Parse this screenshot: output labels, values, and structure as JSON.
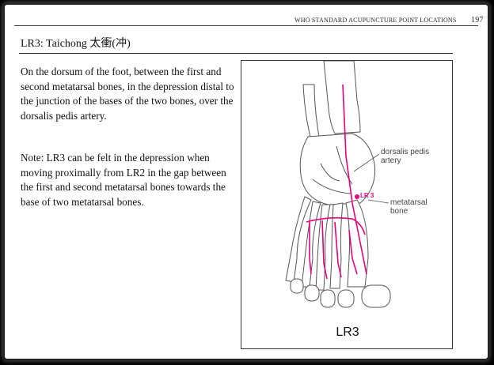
{
  "running_header": {
    "title": "WHO STANDARD ACUPUNCTURE POINT LOCATIONS",
    "page_number": "197"
  },
  "point": {
    "title": "LR3: Taichong 太衝(冲)",
    "description": "On the dorsum of the foot, between the first and second metatarsal bones, in the depression distal to the junction of the bases of the two bones, over the dorsalis pedis artery.",
    "note": "Note: LR3 can be felt in the depression when moving proximally from LR2 in the gap between the first and second metatarsal bones towards the base of two metatarsal bones."
  },
  "figure": {
    "caption": "LR3",
    "point_label": "LR 3",
    "label_artery_line1": "dorsalis pedis",
    "label_artery_line2": "artery",
    "label_bone_line1": "metatarsal",
    "label_bone_line2": "bone",
    "colors": {
      "meridian": "#e6007e",
      "outline": "#555555"
    }
  }
}
